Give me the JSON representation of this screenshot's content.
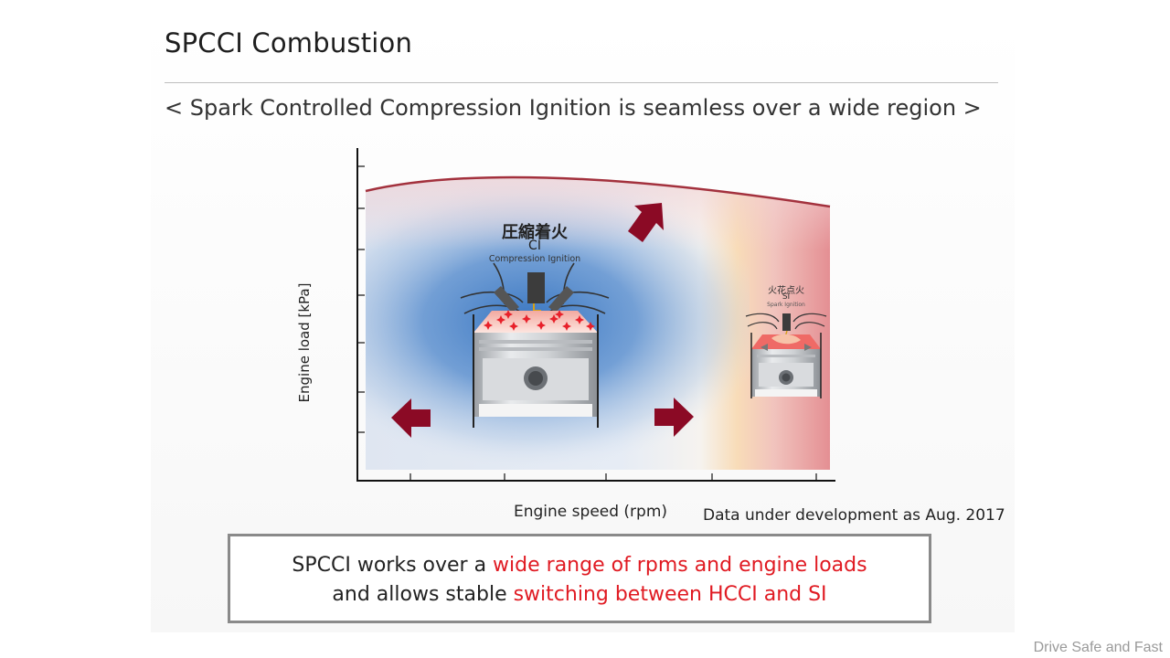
{
  "slide": {
    "title": "SPCCI Combustion",
    "subtitle": "< Spark Controlled Compression Ignition is seamless over a wide region >"
  },
  "diagram": {
    "y_axis_label": "Engine load  [kPa]",
    "x_axis_label": "Engine speed (rpm)",
    "footnote": "Data under development as Aug. 2017",
    "ci_label_jp": "圧縮着火",
    "ci_label_abbr": "CI",
    "ci_label_full": "Compression Ignition",
    "si_label_jp": "火花点火",
    "si_label_abbr": "SI",
    "si_label_full": "Spark Ignition",
    "colors": {
      "ci_region": "#3a78c4",
      "transition": "#f6d3b0",
      "si_region": "#e3868a",
      "boundary": "#a3313d",
      "arrow": "#8b0a25",
      "spark": "#e8202a"
    }
  },
  "callout": {
    "line1_plain": "SPCCI works over a ",
    "line1_highlight": "wide range of rpms and engine loads",
    "line2_plain": "and allows stable ",
    "line2_highlight": "switching between HCCI and SI",
    "highlight_color": "#e01a22"
  },
  "watermark": "Drive Safe and Fast"
}
